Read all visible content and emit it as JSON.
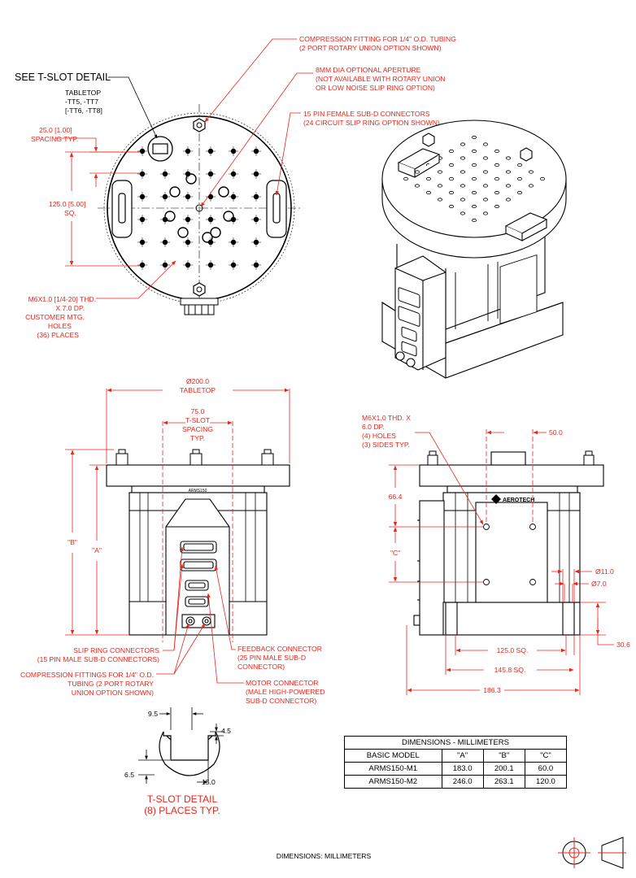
{
  "callouts": {
    "see_tslot": "SEE T-SLOT DETAIL",
    "tabletop_option_lines": [
      "TABLETOP",
      "-TT5, -TT7",
      "[-TT6, -TT8]"
    ],
    "compression_fitting": [
      "COMPRESSION FITTING FOR 1/4\" O.D. TUBING",
      "(2 PORT ROTARY UNION OPTION SHOWN)"
    ],
    "aperture": [
      "8MM DIA OPTIONAL APERTURE",
      "(NOT AVAILABLE WITH ROTARY UNION",
      "OR LOW NOISE SLIP RING OPTION)"
    ],
    "subd_connectors": [
      "15 PIN FEMALE SUB-D CONNECTORS",
      "(24 CIRCUIT SLIP RING OPTION SHOWN)"
    ],
    "spacing": [
      "25.0 [1.00]",
      "SPACING TYP."
    ],
    "sq125": [
      "125.0 [5.00]",
      "SQ."
    ],
    "mtg_holes": [
      "M6X1.0 [1/4-20] THD.",
      "X 7.0 DP.",
      "CUSTOMER MTG.",
      "HOLES",
      "(36) PLACES"
    ],
    "tabletop_dia": [
      "Ø200.0",
      "TABLETOP"
    ],
    "tslot_spacing": [
      "75.0",
      "T-SLOT",
      "SPACING",
      "TYP."
    ],
    "dim_B": "\"B\"",
    "dim_A": "\"A\"",
    "dim_C": "\"C\"",
    "side_holes": [
      "M6X1.0 THD. X",
      "6.0 DP.",
      "(4) HOLES",
      "(3) SIDES TYP."
    ],
    "dim_50": "50.0",
    "dim_664": "66.4",
    "dim_11": "Ø11.0",
    "dim_7": "Ø7.0",
    "dim_306": "30.6",
    "dim_125sq": "125.0 SQ.",
    "dim_1458sq": "145.8 SQ.",
    "dim_1863": "186.3",
    "slip_ring": [
      "SLIP RING CONNECTORS",
      "(15 PIN MALE SUB-D CONNECTORS)"
    ],
    "feedback": [
      "FEEDBACK CONNECTOR",
      "(25 PIN MALE SUB-D",
      "CONNECTOR)"
    ],
    "compression_front": [
      "COMPRESSION FITTINGS FOR 1/4\" O.D.",
      "TUBING (2 PORT ROTARY",
      "UNION OPTION SHOWN)"
    ],
    "motor": [
      "MOTOR CONNECTOR",
      "(MALE HIGH-POWERED",
      "SUB-D CONNECTOR)"
    ],
    "tslot_95": "9.5",
    "tslot_45": "4.5",
    "tslot_65": "6.5",
    "tslot_15": "15.0",
    "tslot_title": [
      "T-SLOT DETAIL",
      "(8) PLACES TYP."
    ],
    "brand_logo": "AEROTECH",
    "brand_small": "ARMS150",
    "footer": "DIMENSIONS:  MILLIMETERS"
  },
  "table": {
    "title": "DIMENSIONS - MILLIMETERS",
    "headers": [
      "BASIC MODEL",
      "\"A\"",
      "\"B\"",
      "\"C\""
    ],
    "rows": [
      [
        "ARMS150-M1",
        "183.0",
        "200.1",
        "60.0"
      ],
      [
        "ARMS150-M2",
        "246.0",
        "263.1",
        "120.0"
      ]
    ]
  },
  "colors": {
    "annotation": "#e8261c",
    "line": "#000000"
  }
}
